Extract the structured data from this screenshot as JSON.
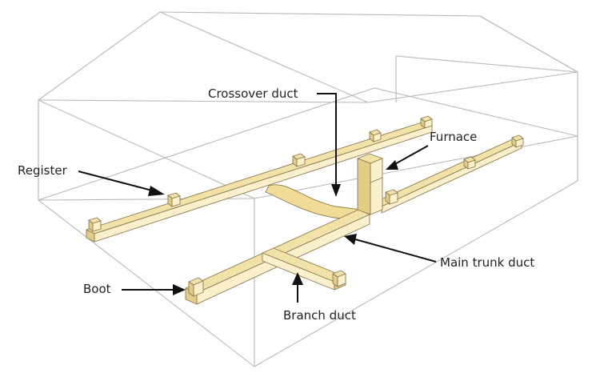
{
  "labels": {
    "crossover": "Crossover duct",
    "furnace": "Furnace",
    "register": "Register",
    "main_trunk": "Main trunk duct",
    "boot": "Boot",
    "branch": "Branch duct"
  },
  "colors": {
    "duct_fill": "#f3e2a8",
    "duct_shade": "#e3cc86",
    "house_lines": "#b9b9b9",
    "arrows": "#111111"
  }
}
